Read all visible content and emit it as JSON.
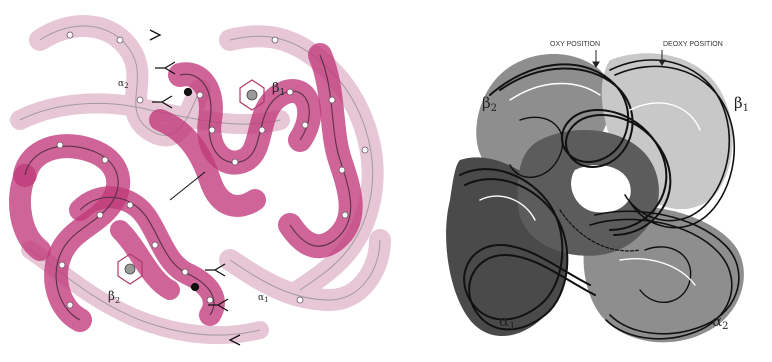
{
  "left_panel": {
    "labels": {
      "beta1": "β1",
      "beta2": "β2",
      "alpha1": "α1",
      "alpha2": "α2"
    },
    "colors": {
      "highlight_chain": "#c0387a",
      "faint_chain": "#e7c7d6",
      "backbone_line": "#7a6a72",
      "heme": "#b23a6a"
    }
  },
  "right_panel": {
    "labels": {
      "oxy_position": "OXY POSITION",
      "deoxy_position": "DEOXY POSITION",
      "beta1": "β1",
      "beta2": "β2",
      "alpha1": "α1",
      "alpha2": "α2"
    },
    "colors": {
      "dark_lobe": "#4a4a4a",
      "mid_lobe": "#8e8e8e",
      "light_lobe": "#c8c8c8",
      "trace_line": "#111111"
    }
  }
}
